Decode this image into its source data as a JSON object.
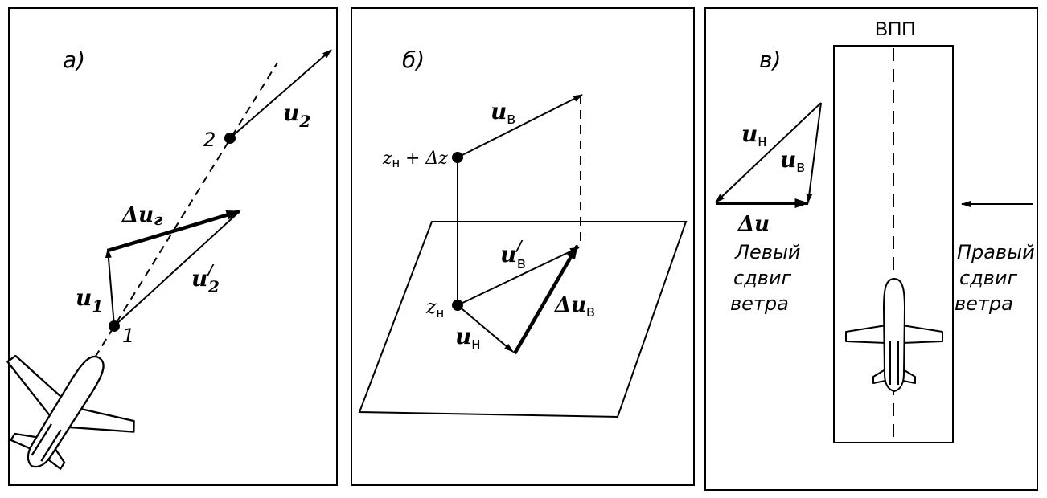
{
  "panels": {
    "a": {
      "tag": "а)",
      "u2": "u",
      "u2_sub": "2",
      "point_2": "2",
      "point_1": "1",
      "du": "Δu",
      "du_sub": "г",
      "u1": "u",
      "u1_sub": "1",
      "u2p": "u",
      "u2p_sub": "2",
      "u2p_sup": "/"
    },
    "b": {
      "tag": "б)",
      "uv": "u",
      "uv_sub": "в",
      "z_top": "z",
      "z_top_sub": "н",
      "z_top_tail": " + Δz",
      "uvp": "u",
      "uvp_sub": "в",
      "uvp_sup": "/",
      "zh": "z",
      "zh_sub": "н",
      "duv": "Δu",
      "duv_sub": "в",
      "uh": "u",
      "uh_sub": "н"
    },
    "c": {
      "tag": "в)",
      "runway": "ВПП",
      "uh": "u",
      "uh_sub": "н",
      "uv": "u",
      "uv_sub": "в",
      "du": "Δu",
      "left_shear": [
        "Левый",
        "сдвиг",
        "ветра"
      ],
      "right_shear": [
        "Правый",
        "сдвиг",
        "ветра"
      ]
    }
  }
}
